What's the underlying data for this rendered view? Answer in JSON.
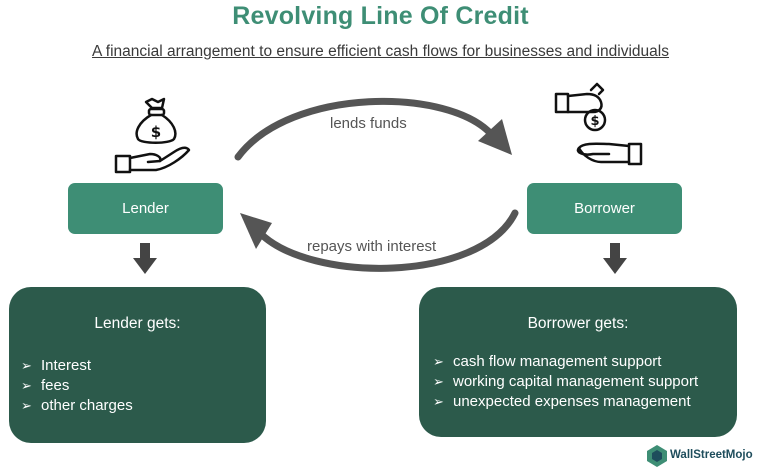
{
  "title": "Revolving Line Of Credit",
  "subtitle": "A financial arrangement to ensure efficient cash flows for businesses and individuals",
  "nodes": {
    "lender": "Lender",
    "borrower": "Borrower"
  },
  "flows": {
    "top": "lends funds",
    "bottom": "repays with interest"
  },
  "lender_panel": {
    "title": "Lender gets:",
    "items": [
      "Interest",
      "fees",
      "other charges"
    ]
  },
  "borrower_panel": {
    "title": "Borrower gets:",
    "items": [
      "cash flow management support",
      "working capital management support",
      "unexpected expenses management"
    ]
  },
  "bullet_glyph": "➢",
  "logo": "WallStreetMojo",
  "colors": {
    "title": "#3e8e75",
    "node": "#3e8e75",
    "panel": "#2c5a4b",
    "arrow": "#555555"
  },
  "icons": {
    "lender": "money-bag-hand-icon",
    "borrower": "money-giving-hand-icon"
  }
}
